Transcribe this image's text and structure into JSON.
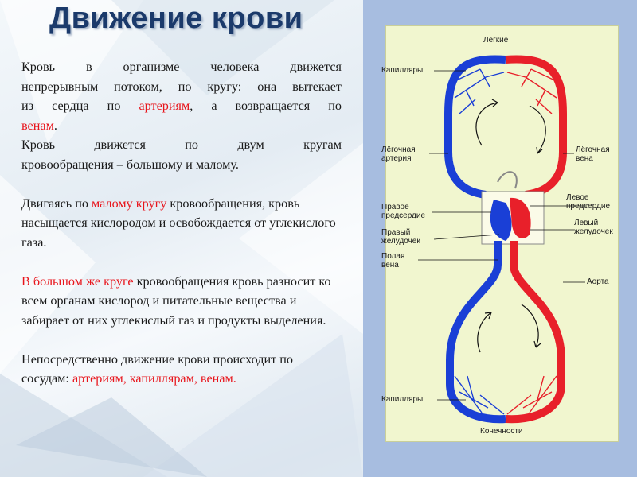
{
  "slide": {
    "title": "Движение крови",
    "paragraphs": {
      "p1": {
        "line1": "Кровь в организме человека движется",
        "line2": "непрерывным потоком, по кругу: она вытекает",
        "line3a": "из сердца по ",
        "line3b": "артериям",
        "line3c": ", а возвращается по",
        "line4a": "венам",
        "line4b": "."
      },
      "p2": {
        "line1": "Кровь движется по двум кругам",
        "line2": "кровообращения – большому и малому."
      },
      "p3": {
        "a": "Двигаясь по ",
        "b": "малому кругу",
        "c": " кровообращения, кровь насыщается кислородом и освобождается от углекислого газа."
      },
      "p4": {
        "a": "В большом же круге",
        "b": " кровообращения кровь разносит ко всем органам кислород и питательные вещества и забирает от них углекислый газ и продукты выделения."
      },
      "p5": {
        "a": "Непосредственно движение крови происходит по сосудам: ",
        "b": "артериям, капиллярам, венам."
      }
    }
  },
  "diagram": {
    "labels": {
      "lungs": "Лёгкие",
      "capillaries_top": "Капилляры",
      "pulmonary_artery": "Лёгочная\nартерия",
      "pulmonary_vein": "Лёгочная\nвена",
      "right_atrium": "Правое\nпредсердие",
      "left_atrium": "Левое\nпредсердие",
      "left_ventricle": "Левый\nжелудочек",
      "right_ventricle": "Правый\nжелудочек",
      "vena_cava": "Полая\nвена",
      "aorta": "Аорта",
      "capillaries_bottom": "Капилляры",
      "limbs": "Конечности"
    },
    "colors": {
      "artery_red": "#e8202a",
      "vein_blue": "#1a3fd6",
      "background": "#f1f6cf",
      "panel": "#a7bde0"
    }
  }
}
